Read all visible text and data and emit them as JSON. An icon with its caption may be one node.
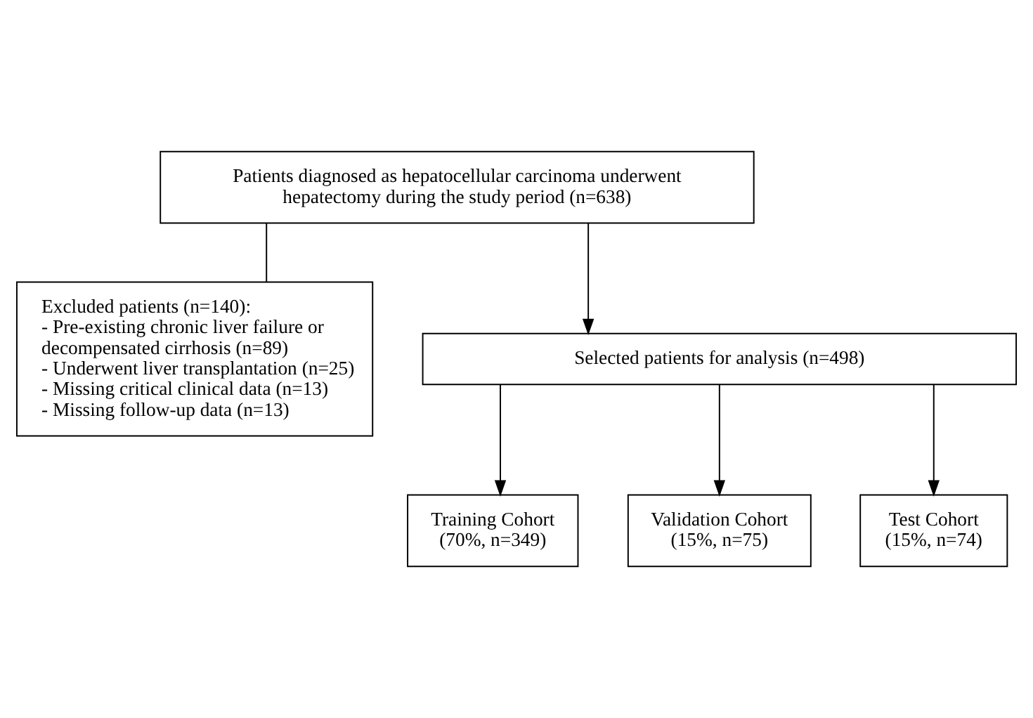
{
  "diagram": {
    "nodes": [
      {
        "text": [
          "Patients diagnosed as hepatocellular carcinoma underwent hepatectomy during the study period (n=638)"
        ]
      },
      {
        "text": [
          "Excluded patients (n=140):",
          "- Pre-existing chronic liver failure or decompensated cirrhosis (n=89)",
          "- Underwent liver transplantation (n=25)",
          "- Missing critical clinical data (n=13)",
          "- Missing follow-up data (n=13)"
        ]
      },
      {
        "text": [
          "Selected patients for analysis (n=498)"
        ]
      },
      {
        "text": [
          "Training Cohort",
          "(70%, n=349)"
        ]
      },
      {
        "text": [
          "Validation Cohort",
          "(15%, n=75)"
        ]
      },
      {
        "text": [
          "Test Cohort",
          "(15%, n=74)"
        ]
      }
    ],
    "edges": [
      {
        "from": 0,
        "to": 2,
        "arrow": "to"
      },
      {
        "from": 0,
        "to": 1,
        "arrow": "none"
      },
      {
        "from": 2,
        "to": 3,
        "arrow": "to"
      },
      {
        "from": 2,
        "to": 4,
        "arrow": "to"
      },
      {
        "from": 2,
        "to": 5,
        "arrow": "to"
      }
    ]
  }
}
